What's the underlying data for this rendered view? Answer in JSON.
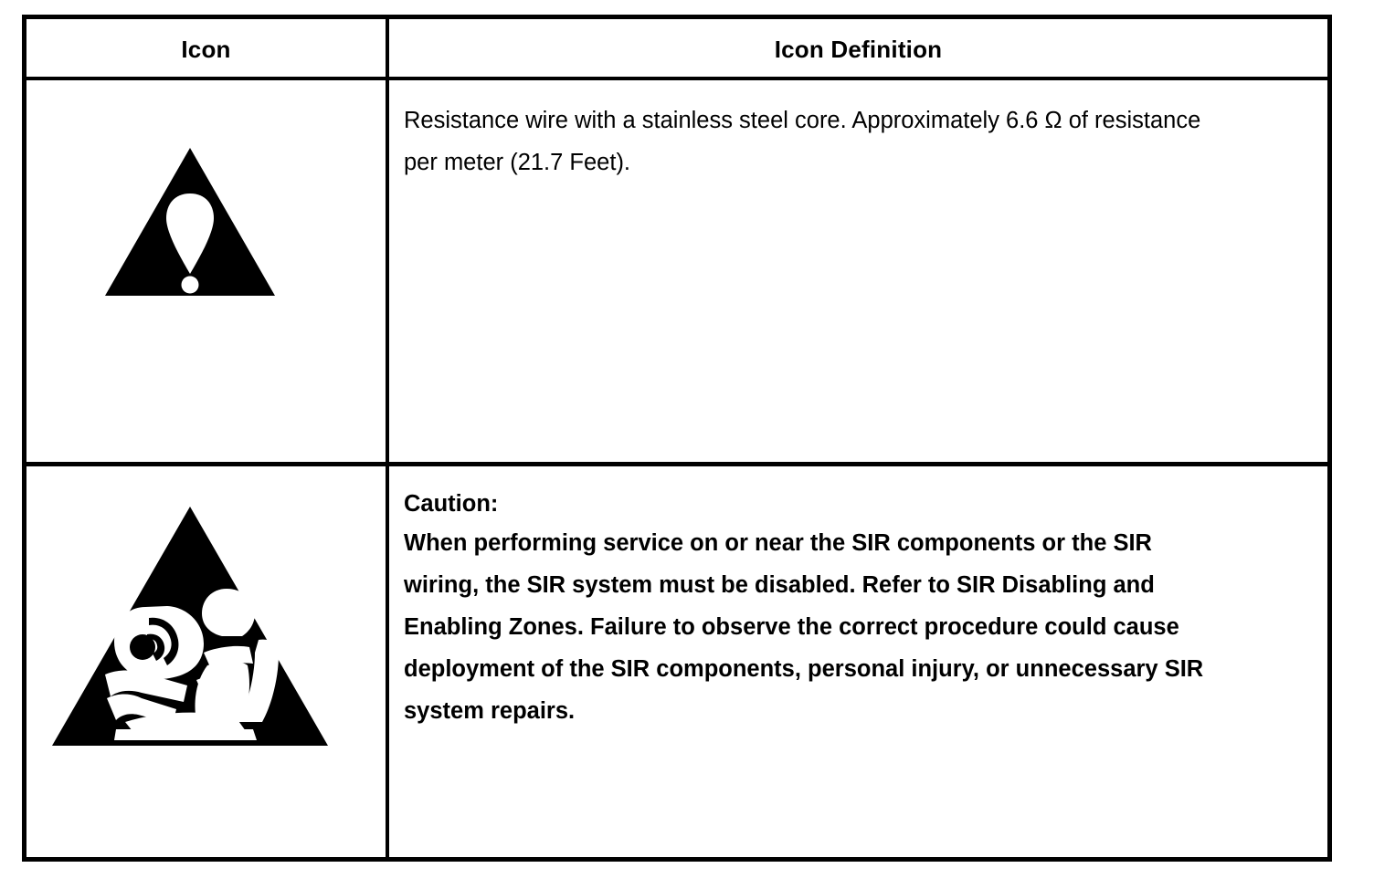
{
  "table": {
    "headers": {
      "icon": "Icon",
      "definition": "Icon Definition"
    },
    "rows": [
      {
        "icon_name": "warning-triangle-exclamation-icon",
        "icon_alt": "Black warning triangle with white exclamation mark",
        "definition_lines": [
          "Resistance wire with a stainless steel core. Approximately 6.6 Ω of resistance",
          "per meter (21.7 Feet)."
        ],
        "definition_bold": false
      },
      {
        "icon_name": "sir-airbag-deployment-warning-icon",
        "icon_alt": "Black warning triangle with white silhouette of occupant and deploying airbag",
        "caution_label": "Caution:",
        "definition_lines": [
          "When performing service on or near the SIR components or the SIR",
          "wiring, the SIR system must be disabled. Refer to SIR Disabling and",
          "Enabling Zones. Failure to observe the correct procedure could cause",
          "deployment of the SIR components, personal injury, or unnecessary SIR",
          "system repairs."
        ],
        "definition_bold": true
      }
    ]
  },
  "colors": {
    "ink": "#000000",
    "paper": "#ffffff"
  }
}
